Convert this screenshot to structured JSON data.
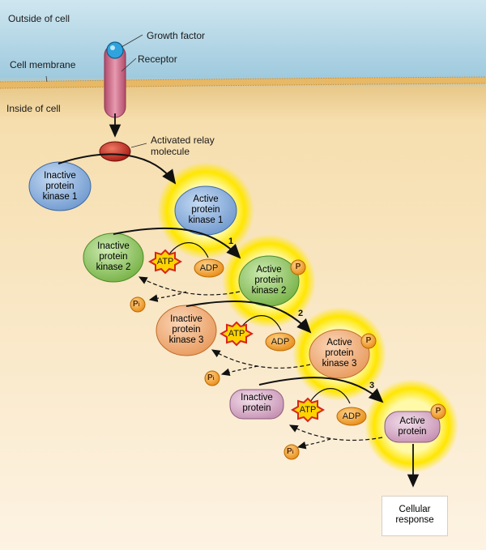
{
  "labels": {
    "outside": "Outside of cell",
    "growth_factor": "Growth factor",
    "receptor": "Receptor",
    "membrane": "Cell membrane",
    "inside": "Inside of cell",
    "relay": "Activated relay molecule"
  },
  "proteins": {
    "inactive_k1": "Inactive protein kinase 1",
    "active_k1": "Active protein kinase 1",
    "inactive_k2": "Inactive protein kinase 2",
    "active_k2": "Active protein kinase 2",
    "inactive_k3": "Inactive protein kinase 3",
    "active_k3": "Active protein kinase 3",
    "inactive_p": "Inactive protein",
    "active_p": "Active protein"
  },
  "steps": [
    "1",
    "2",
    "3"
  ],
  "atp": "ATP",
  "adp": "ADP",
  "phosphate": "P",
  "phosphate_i": "i",
  "response": "Cellular response",
  "colors": {
    "outside_top": "#c9e4f0",
    "inside": "#fbe6b7",
    "membrane": "#e0b15c",
    "kinase1": "#7fa7d9",
    "kinase2": "#8cc45f",
    "kinase3": "#f1b07c",
    "protein": "#d6a9c6",
    "glow": "#ffe600",
    "phosphate": "#f4a23a",
    "relay": "#c0281d",
    "receptor": "#d47a92"
  }
}
